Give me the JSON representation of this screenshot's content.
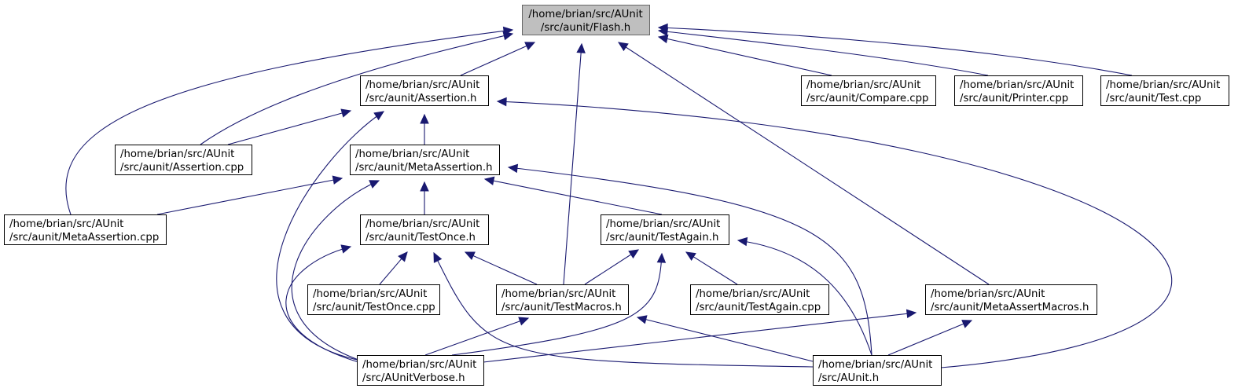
{
  "colors": {
    "edge": "#191970",
    "node_border": "#000000",
    "node_fill": "#ffffff",
    "highlight_fill": "#bfbfbf"
  },
  "nodes": [
    {
      "id": "flash",
      "lines": [
        "/home/brian/src/AUnit",
        "/src/aunit/Flash.h"
      ],
      "highlight": true
    },
    {
      "id": "assertion_h",
      "lines": [
        "/home/brian/src/AUnit",
        "/src/aunit/Assertion.h"
      ]
    },
    {
      "id": "compare_cpp",
      "lines": [
        "/home/brian/src/AUnit",
        "/src/aunit/Compare.cpp"
      ]
    },
    {
      "id": "printer_cpp",
      "lines": [
        "/home/brian/src/AUnit",
        "/src/aunit/Printer.cpp"
      ]
    },
    {
      "id": "test_cpp",
      "lines": [
        "/home/brian/src/AUnit",
        "/src/aunit/Test.cpp"
      ]
    },
    {
      "id": "assertion_cpp",
      "lines": [
        "/home/brian/src/AUnit",
        "/src/aunit/Assertion.cpp"
      ]
    },
    {
      "id": "metaassertion_h",
      "lines": [
        "/home/brian/src/AUnit",
        "/src/aunit/MetaAssertion.h"
      ]
    },
    {
      "id": "metaassertion_cpp",
      "lines": [
        "/home/brian/src/AUnit",
        "/src/aunit/MetaAssertion.cpp"
      ]
    },
    {
      "id": "testonce_h",
      "lines": [
        "/home/brian/src/AUnit",
        "/src/aunit/TestOnce.h"
      ]
    },
    {
      "id": "testagain_h",
      "lines": [
        "/home/brian/src/AUnit",
        "/src/aunit/TestAgain.h"
      ]
    },
    {
      "id": "testonce_cpp",
      "lines": [
        "/home/brian/src/AUnit",
        "/src/aunit/TestOnce.cpp"
      ]
    },
    {
      "id": "testmacros_h",
      "lines": [
        "/home/brian/src/AUnit",
        "/src/aunit/TestMacros.h"
      ]
    },
    {
      "id": "testagain_cpp",
      "lines": [
        "/home/brian/src/AUnit",
        "/src/aunit/TestAgain.cpp"
      ]
    },
    {
      "id": "metaassertmacros_h",
      "lines": [
        "/home/brian/src/AUnit",
        "/src/aunit/MetaAssertMacros.h"
      ]
    },
    {
      "id": "aunitverbose_h",
      "lines": [
        "/home/brian/src/AUnit",
        "/src/AUnitVerbose.h"
      ]
    },
    {
      "id": "aunit_h",
      "lines": [
        "/home/brian/src/AUnit",
        "/src/AUnit.h"
      ]
    }
  ],
  "edges": [
    {
      "from": "assertion_h",
      "to": "flash"
    },
    {
      "from": "compare_cpp",
      "to": "flash"
    },
    {
      "from": "printer_cpp",
      "to": "flash"
    },
    {
      "from": "test_cpp",
      "to": "flash"
    },
    {
      "from": "assertion_cpp",
      "to": "flash"
    },
    {
      "from": "metaassertion_cpp",
      "to": "flash"
    },
    {
      "from": "testmacros_h",
      "to": "flash"
    },
    {
      "from": "metaassertmacros_h",
      "to": "flash"
    },
    {
      "from": "assertion_cpp",
      "to": "assertion_h"
    },
    {
      "from": "metaassertion_h",
      "to": "assertion_h"
    },
    {
      "from": "aunitverbose_h",
      "to": "assertion_h"
    },
    {
      "from": "aunit_h",
      "to": "assertion_h"
    },
    {
      "from": "metaassertion_cpp",
      "to": "metaassertion_h"
    },
    {
      "from": "testonce_h",
      "to": "metaassertion_h"
    },
    {
      "from": "testagain_h",
      "to": "metaassertion_h"
    },
    {
      "from": "aunitverbose_h",
      "to": "metaassertion_h"
    },
    {
      "from": "aunit_h",
      "to": "metaassertion_h"
    },
    {
      "from": "testonce_cpp",
      "to": "testonce_h"
    },
    {
      "from": "testmacros_h",
      "to": "testonce_h"
    },
    {
      "from": "aunitverbose_h",
      "to": "testonce_h"
    },
    {
      "from": "aunit_h",
      "to": "testonce_h"
    },
    {
      "from": "testmacros_h",
      "to": "testagain_h"
    },
    {
      "from": "testagain_cpp",
      "to": "testagain_h"
    },
    {
      "from": "aunitverbose_h",
      "to": "testagain_h"
    },
    {
      "from": "aunit_h",
      "to": "testagain_h"
    },
    {
      "from": "aunitverbose_h",
      "to": "testmacros_h"
    },
    {
      "from": "aunit_h",
      "to": "testmacros_h"
    },
    {
      "from": "aunitverbose_h",
      "to": "metaassertmacros_h"
    },
    {
      "from": "aunit_h",
      "to": "metaassertmacros_h"
    }
  ]
}
